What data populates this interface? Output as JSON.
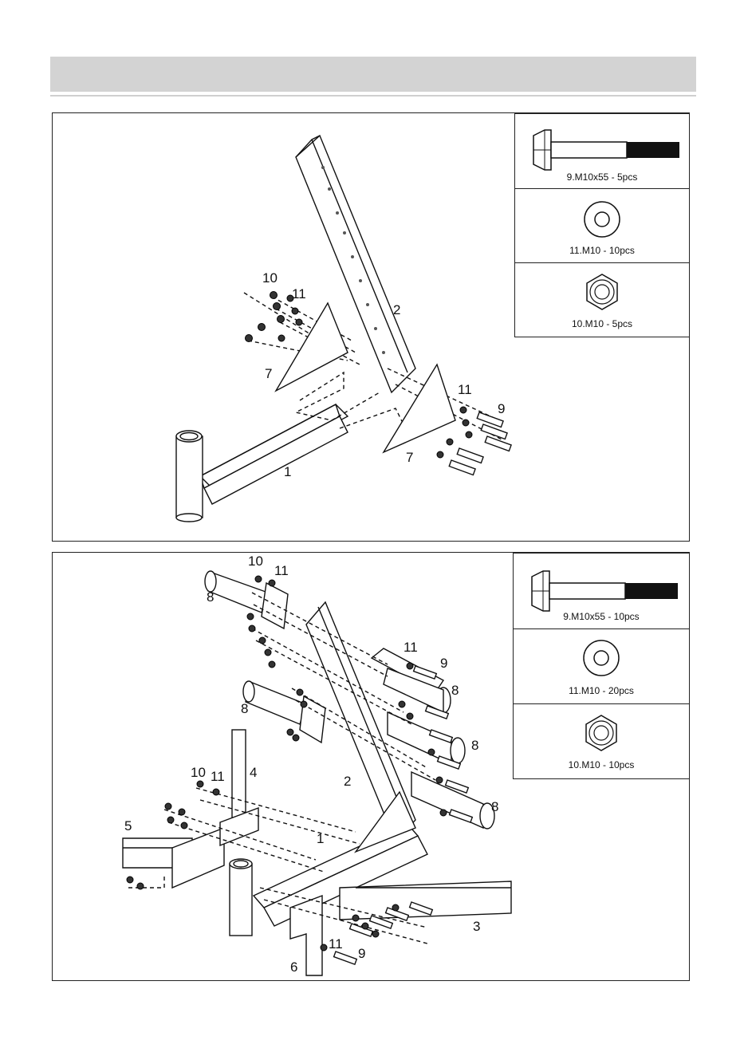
{
  "steps": [
    {
      "callouts": {
        "nut": "10",
        "washer_left": "11",
        "upright": "2",
        "gusset_left": "7",
        "washer_right": "11",
        "bolt": "9",
        "gusset_right": "7",
        "base": "1"
      },
      "hardware": [
        {
          "icon": "bolt-icon",
          "label": "9.M10x55 - 5pcs"
        },
        {
          "icon": "washer-icon",
          "label": "11.M10 - 10pcs"
        },
        {
          "icon": "hex-nut-icon",
          "label": "10.M10 - 5pcs"
        }
      ]
    },
    {
      "callouts": {
        "nut_top": "10",
        "washer_top": "11",
        "peg_top_left": "8",
        "washer_mid": "11",
        "bolt_mid": "9",
        "peg_right_1": "8",
        "peg_left_2": "8",
        "peg_right_2": "8",
        "nut_left": "10",
        "washer_left": "11",
        "post": "4",
        "upright": "2",
        "peg_right_3": "8",
        "arm_left": "5",
        "base": "1",
        "arm_right": "3",
        "washer_bottom": "11",
        "bolt_bottom": "9",
        "leg": "6"
      },
      "hardware": [
        {
          "icon": "bolt-icon",
          "label": "9.M10x55 - 10pcs"
        },
        {
          "icon": "washer-icon",
          "label": "11.M10 -  20pcs"
        },
        {
          "icon": "hex-nut-icon",
          "label": "10.M10 - 10pcs"
        }
      ]
    }
  ]
}
